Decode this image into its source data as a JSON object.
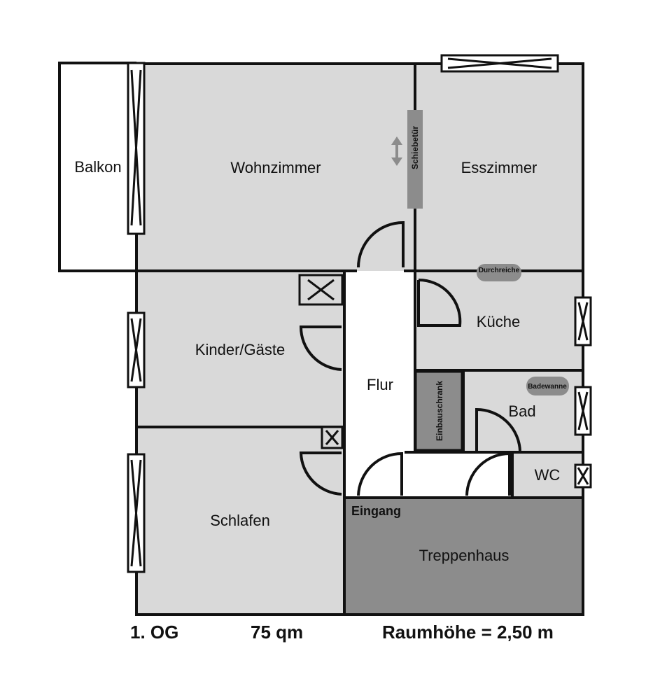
{
  "rooms": {
    "balkon": "Balkon",
    "wohnzimmer": "Wohnzimmer",
    "esszimmer": "Esszimmer",
    "kinder": "Kinder/Gäste",
    "kueche": "Küche",
    "flur": "Flur",
    "bad": "Bad",
    "wc": "WC",
    "schlafen": "Schlafen",
    "treppenhaus": "Treppenhaus"
  },
  "labels": {
    "schiebetuer": "Schiebetür",
    "durchreiche": "Durchreiche",
    "badewanne": "Badewanne",
    "einbauschrank": "Einbauschrank",
    "eingang": "Eingang"
  },
  "footer": {
    "floor": "1. OG",
    "area": "75 qm",
    "height": "Raumhöhe = 2,50 m"
  },
  "colors": {
    "room": "#d9d9d9",
    "stair": "#8c8c8c",
    "wall": "#111111"
  }
}
